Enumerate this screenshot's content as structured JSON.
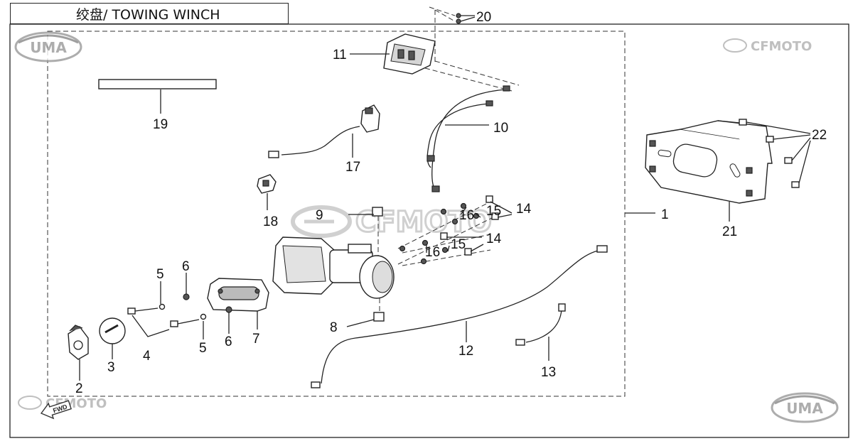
{
  "title": "绞盘/ TOWING WINCH",
  "watermarks": {
    "uma": "UMA",
    "cfmoto": "CFMOTO",
    "fwd": "FWD"
  },
  "callouts": {
    "c1": "1",
    "c2": "2",
    "c3": "3",
    "c4": "4",
    "c5a": "5",
    "c5b": "5",
    "c6a": "6",
    "c6b": "6",
    "c7": "7",
    "c8": "8",
    "c9": "9",
    "c10": "10",
    "c11": "11",
    "c12": "12",
    "c13": "13",
    "c14a": "14",
    "c14b": "14",
    "c15a": "15",
    "c15b": "15",
    "c16a": "16",
    "c16b": "16",
    "c17": "17",
    "c18": "18",
    "c19": "19",
    "c20": "20",
    "c21": "21",
    "c22": "22"
  },
  "colors": {
    "ink": "#222222",
    "watermark": "#bdbdbd"
  }
}
